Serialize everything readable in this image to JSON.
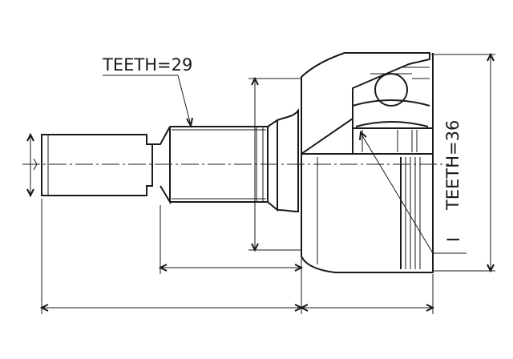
{
  "labels": {
    "teeth_outer": "TEETH=29",
    "teeth_inner": "TEETH=36",
    "marker": "I"
  }
}
